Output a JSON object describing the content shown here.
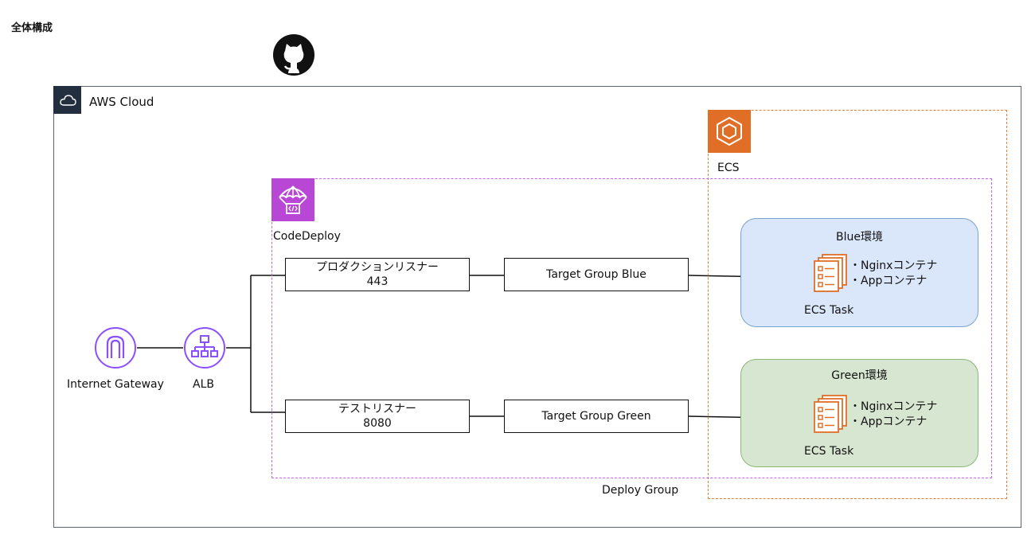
{
  "page": {
    "title": "全体構成"
  },
  "cloud": {
    "label": "AWS Cloud"
  },
  "ecs": {
    "label": "ECS"
  },
  "codedeploy": {
    "label": "CodeDeploy"
  },
  "deploy_group": {
    "label": "Deploy Group"
  },
  "internet_gateway": {
    "label": "Internet Gateway"
  },
  "alb": {
    "label": "ALB"
  },
  "listeners": [
    {
      "name": "プロダクションリスナー",
      "port": "443"
    },
    {
      "name": "テストリスナー",
      "port": "8080"
    }
  ],
  "target_groups": [
    {
      "label": "Target Group Blue"
    },
    {
      "label": "Target Group Green"
    }
  ],
  "environments": [
    {
      "title": "Blue環境",
      "containers": [
        "・Nginxコンテナ",
        "・Appコンテナ"
      ],
      "task_label": "ECS Task"
    },
    {
      "title": "Green環境",
      "containers": [
        "・Nginxコンテナ",
        "・Appコンテナ"
      ],
      "task_label": "ECS Task"
    }
  ],
  "colors": {
    "aws_dark": "#232f3e",
    "ecs_orange": "#e06e27",
    "codedeploy_purple": "#b847d6",
    "network_purple": "#8c4fff",
    "blue_env": "#dae7fb",
    "green_env": "#d6e6d0"
  }
}
